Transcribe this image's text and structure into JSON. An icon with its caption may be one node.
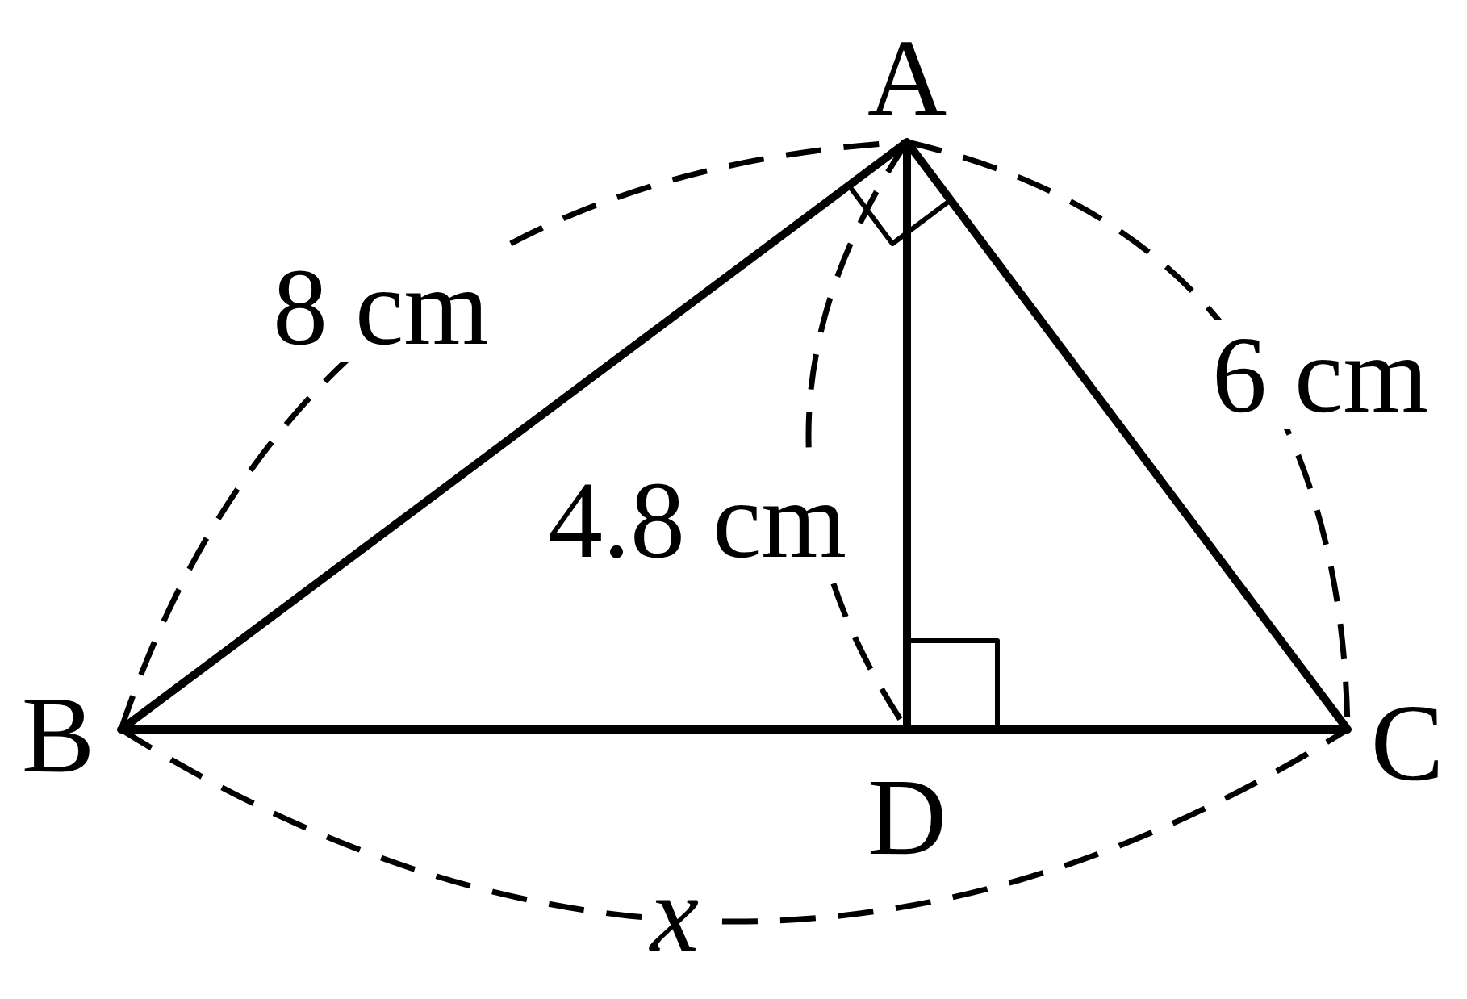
{
  "diagram": {
    "labels": [
      "A",
      "8 cm",
      "6 cm",
      "4.8 cm",
      "B",
      "C",
      "D",
      "x"
    ]
  }
}
